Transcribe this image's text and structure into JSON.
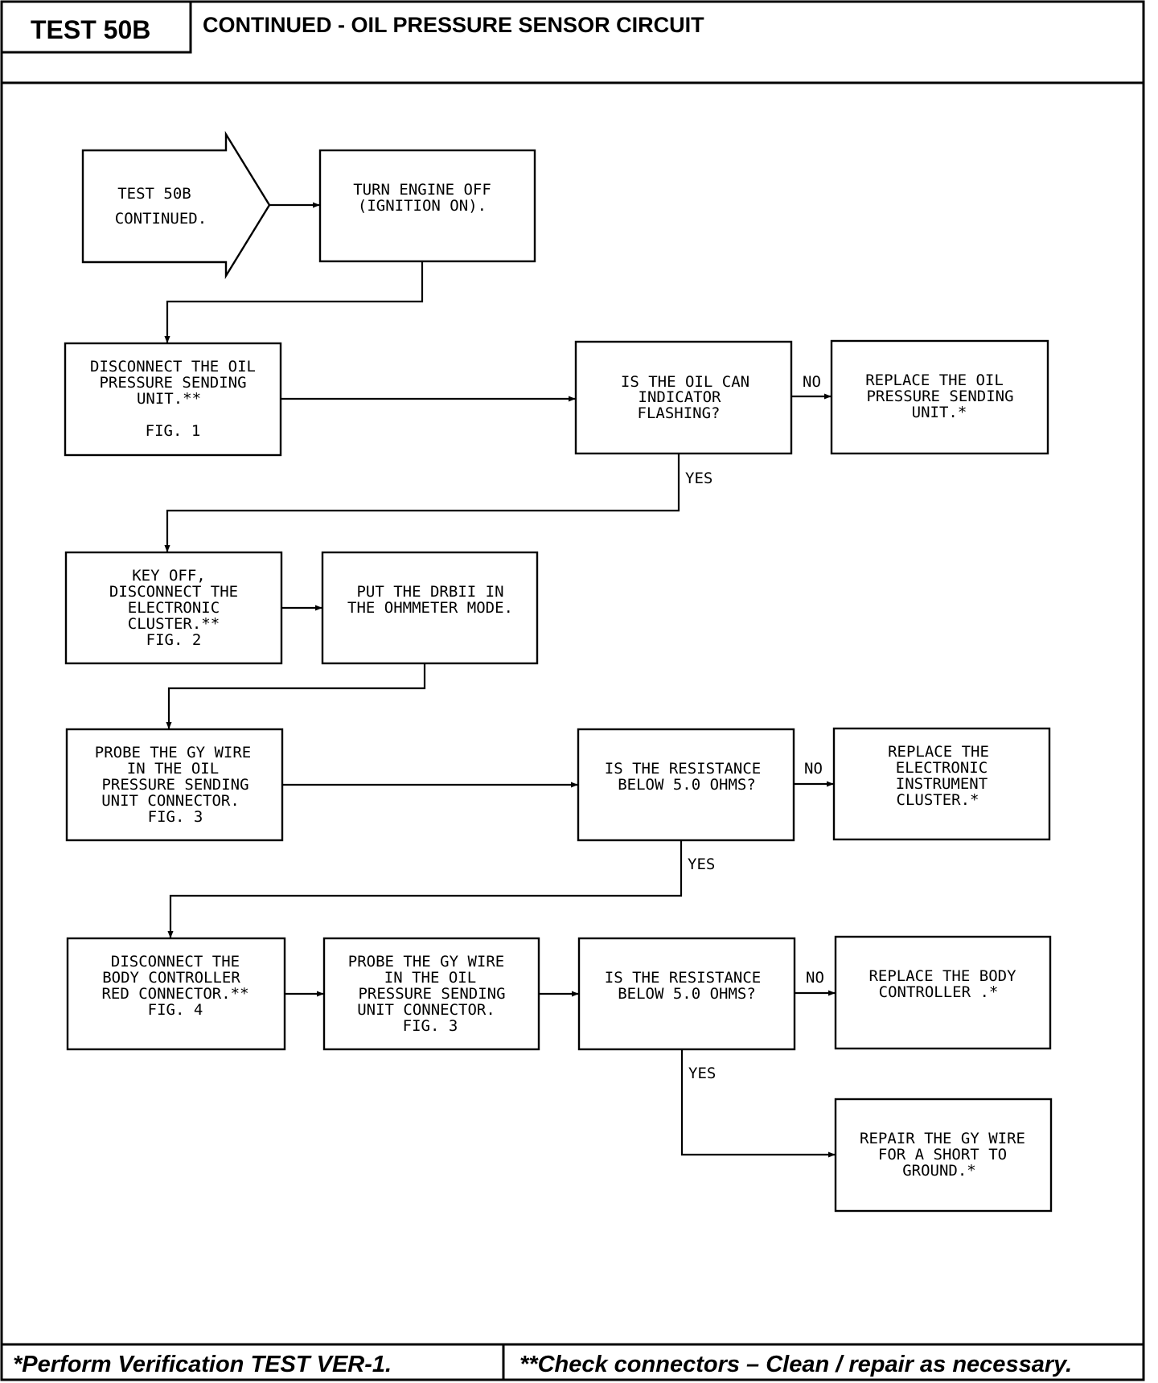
{
  "header": {
    "test_label": "TEST 50B",
    "title": "CONTINUED - OIL PRESSURE SENSOR CIRCUIT"
  },
  "flowchart": {
    "start": {
      "lines": [
        "TEST 50B",
        "CONTINUED."
      ]
    },
    "turn_engine_off": {
      "lines": [
        "TURN ENGINE OFF",
        "(IGNITION ON)."
      ]
    },
    "disconnect_oil_unit": {
      "lines": [
        "DISCONNECT THE OIL",
        "PRESSURE SENDING",
        "UNIT.**",
        "FIG. 1"
      ]
    },
    "q_oil_can": {
      "lines": [
        "IS THE OIL CAN",
        "INDICATOR",
        "FLASHING?"
      ]
    },
    "replace_oil_unit": {
      "lines": [
        "REPLACE THE OIL",
        "PRESSURE SENDING",
        "UNIT.*"
      ]
    },
    "key_off_cluster": {
      "lines": [
        "KEY OFF,",
        "DISCONNECT THE",
        "ELECTRONIC",
        "CLUSTER.**",
        "FIG. 2"
      ]
    },
    "drbii_ohmmeter": {
      "lines": [
        "PUT THE DRBII IN",
        "THE OHMMETER MODE."
      ]
    },
    "probe_gy_1": {
      "lines": [
        "PROBE THE GY WIRE",
        "IN THE OIL",
        "PRESSURE SENDING",
        "UNIT CONNECTOR.",
        "FIG. 3"
      ]
    },
    "q_resistance_1": {
      "lines": [
        "IS THE RESISTANCE",
        "BELOW 5.0 OHMS?"
      ]
    },
    "replace_cluster": {
      "lines": [
        "REPLACE THE",
        "ELECTRONIC",
        "INSTRUMENT",
        "CLUSTER.*"
      ]
    },
    "disconnect_body": {
      "lines": [
        "DISCONNECT THE",
        "BODY CONTROLLER",
        "RED CONNECTOR.**",
        "FIG. 4"
      ]
    },
    "probe_gy_2": {
      "lines": [
        "PROBE THE GY WIRE",
        "IN THE OIL",
        "PRESSURE SENDING",
        "UNIT CONNECTOR.",
        "FIG. 3"
      ]
    },
    "q_resistance_2": {
      "lines": [
        "IS THE RESISTANCE",
        "BELOW 5.0 OHMS?"
      ]
    },
    "replace_body": {
      "lines": [
        "REPLACE THE BODY",
        "CONTROLLER .*"
      ]
    },
    "repair_gy": {
      "lines": [
        "REPAIR THE GY WIRE",
        "FOR A SHORT TO",
        "GROUND.*"
      ]
    }
  },
  "labels": {
    "no": "NO",
    "yes": "YES"
  },
  "footer": {
    "left": "*Perform Verification TEST VER-1.",
    "right": "**Check connectors – Clean / repair as necessary."
  }
}
